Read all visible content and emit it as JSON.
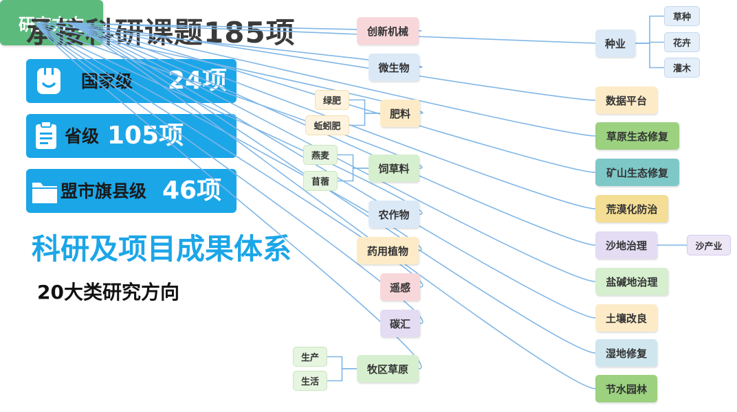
{
  "main_title": "承接科研课题185项",
  "stats": [
    {
      "label": "国家级",
      "value": "24项"
    },
    {
      "label": "省级",
      "value": "105项"
    },
    {
      "label": "盟市旗县级",
      "value": "46项"
    }
  ],
  "system_title": "科研及项目成果体系",
  "subtitle": "20大类研究方向",
  "center": "研究方向",
  "left_branches": [
    {
      "label": "创新机械",
      "color": "#f8d7da"
    },
    {
      "label": "微生物",
      "color": "#dbe9f7"
    },
    {
      "label": "肥料",
      "color": "#fdebc8",
      "children": [
        "绿肥",
        "蚯蚓肥"
      ]
    },
    {
      "label": "饲草料",
      "color": "#d6efcf",
      "children": [
        "燕麦",
        "苜蓿"
      ]
    },
    {
      "label": "农作物",
      "color": "#dbe9f7"
    },
    {
      "label": "药用植物",
      "color": "#fdebc8"
    },
    {
      "label": "遥感",
      "color": "#f8d7da"
    },
    {
      "label": "碳汇",
      "color": "#e3dcf3"
    },
    {
      "label": "牧区草原",
      "color": "#d6efcf",
      "children": [
        "生产",
        "生活"
      ]
    }
  ],
  "right_branches": [
    {
      "label": "种业",
      "color": "#dbe9f7",
      "children": [
        "草种",
        "花卉",
        "灌木"
      ]
    },
    {
      "label": "数据平台",
      "color": "#fdebc8"
    },
    {
      "label": "草原生态修复",
      "color": "#9bd17f"
    },
    {
      "label": "矿山生态修复",
      "color": "#7fc8c8"
    },
    {
      "label": "荒漠化防治",
      "color": "#f4dd94"
    },
    {
      "label": "沙地治理",
      "color": "#e3dcf3",
      "children": [
        "沙产业"
      ]
    },
    {
      "label": "盐碱地治理",
      "color": "#d6efcf"
    },
    {
      "label": "土壤改良",
      "color": "#fdebc8"
    },
    {
      "label": "湿地修复",
      "color": "#cfe6ef"
    },
    {
      "label": "节水园林",
      "color": "#9bd17f"
    }
  ]
}
